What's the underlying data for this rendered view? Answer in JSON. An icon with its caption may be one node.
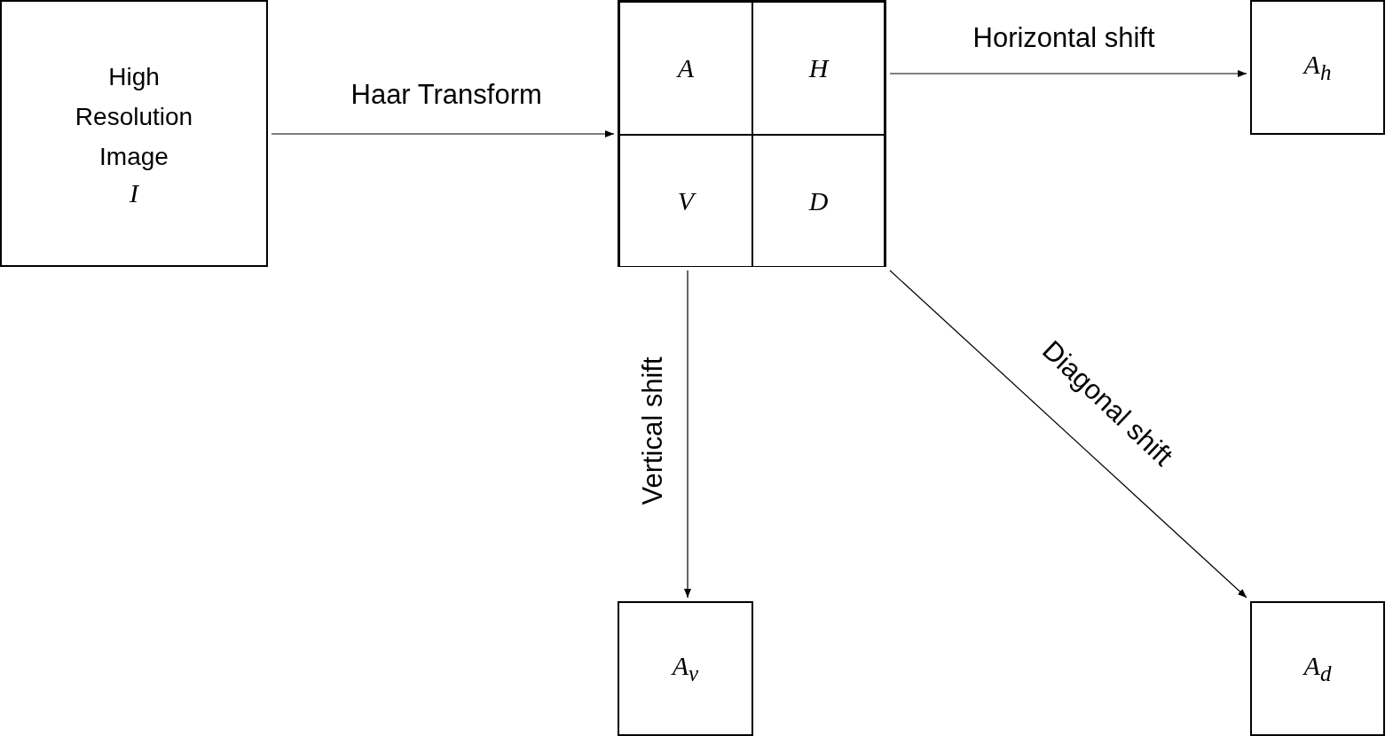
{
  "diagram": {
    "nodes": [
      {
        "text": [
          "High Resolution Image",
          "I"
        ]
      },
      {
        "text": [],
        "shape": "box"
      },
      {
        "text": [
          "A"
        ],
        "in": 1
      },
      {
        "text": [
          "H"
        ],
        "in": 1
      },
      {
        "text": [
          "V"
        ],
        "in": 1
      },
      {
        "text": [
          "D"
        ],
        "in": 1
      },
      {
        "text": [
          "A$_{h}$"
        ]
      },
      {
        "text": [
          "A$_{v}$"
        ]
      },
      {
        "text": [
          "A$_{d}$"
        ]
      }
    ],
    "edges": [
      {
        "from": 0,
        "to": 1,
        "arrow": "to",
        "label": "Haar Transform"
      },
      {
        "from": 1,
        "to": 6,
        "arrow": "to",
        "label": "Horizontal shift"
      },
      {
        "from": 1,
        "to": 7,
        "arrow": "to",
        "label": "Vertical shift"
      },
      {
        "from": 1,
        "to": 8,
        "arrow": "to",
        "label": "Diagonal shift"
      }
    ]
  }
}
